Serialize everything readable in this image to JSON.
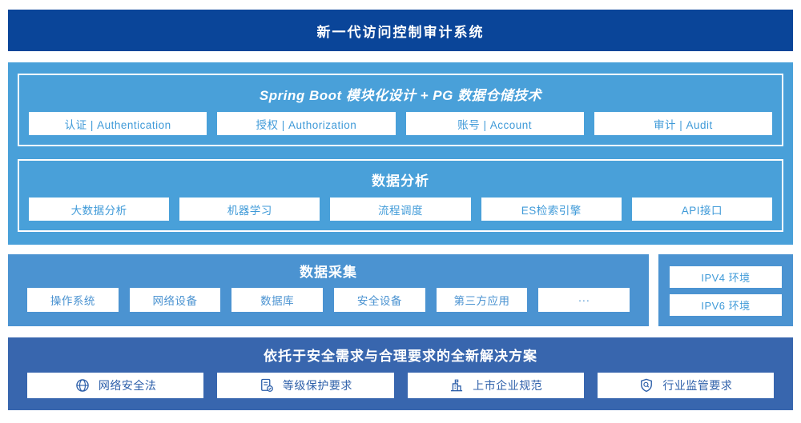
{
  "colors": {
    "banner_bg": "#0a4599",
    "platform_bg": "#49a0d9",
    "collection_bg": "#4b93d1",
    "solution_bg": "#3866ae",
    "module_text": "#3f9ad8",
    "solution_text": "#2d5fa9",
    "box_bg": "#ffffff"
  },
  "banner": {
    "title": "新一代访问控制审计系统"
  },
  "platform": {
    "spring": {
      "title": "Spring Boot 模块化设计 + PG 数据仓储技术",
      "modules": [
        {
          "label": "认证 | Authentication"
        },
        {
          "label": "授权 | Authorization"
        },
        {
          "label": "账号 | Account"
        },
        {
          "label": "审计 | Audit"
        }
      ]
    },
    "analysis": {
      "title": "数据分析",
      "modules": [
        {
          "label": "大数据分析"
        },
        {
          "label": "机器学习"
        },
        {
          "label": "流程调度"
        },
        {
          "label": "ES检索引擎"
        },
        {
          "label": "API接口"
        }
      ]
    }
  },
  "collection": {
    "title": "数据采集",
    "sources": [
      {
        "label": "操作系统"
      },
      {
        "label": "网络设备"
      },
      {
        "label": "数据库"
      },
      {
        "label": "安全设备"
      },
      {
        "label": "第三方应用"
      },
      {
        "label": "···"
      }
    ]
  },
  "environments": {
    "items": [
      {
        "label": "IPV4 环境"
      },
      {
        "label": "IPV6 环境"
      }
    ]
  },
  "solution": {
    "title": "依托于安全需求与合理要求的全新解决方案",
    "items": [
      {
        "icon": "globe-icon",
        "label": "网络安全法"
      },
      {
        "icon": "document-check-icon",
        "label": "等级保护要求"
      },
      {
        "icon": "building-icon",
        "label": "上市企业规范"
      },
      {
        "icon": "shield-search-icon",
        "label": "行业监管要求"
      }
    ]
  }
}
